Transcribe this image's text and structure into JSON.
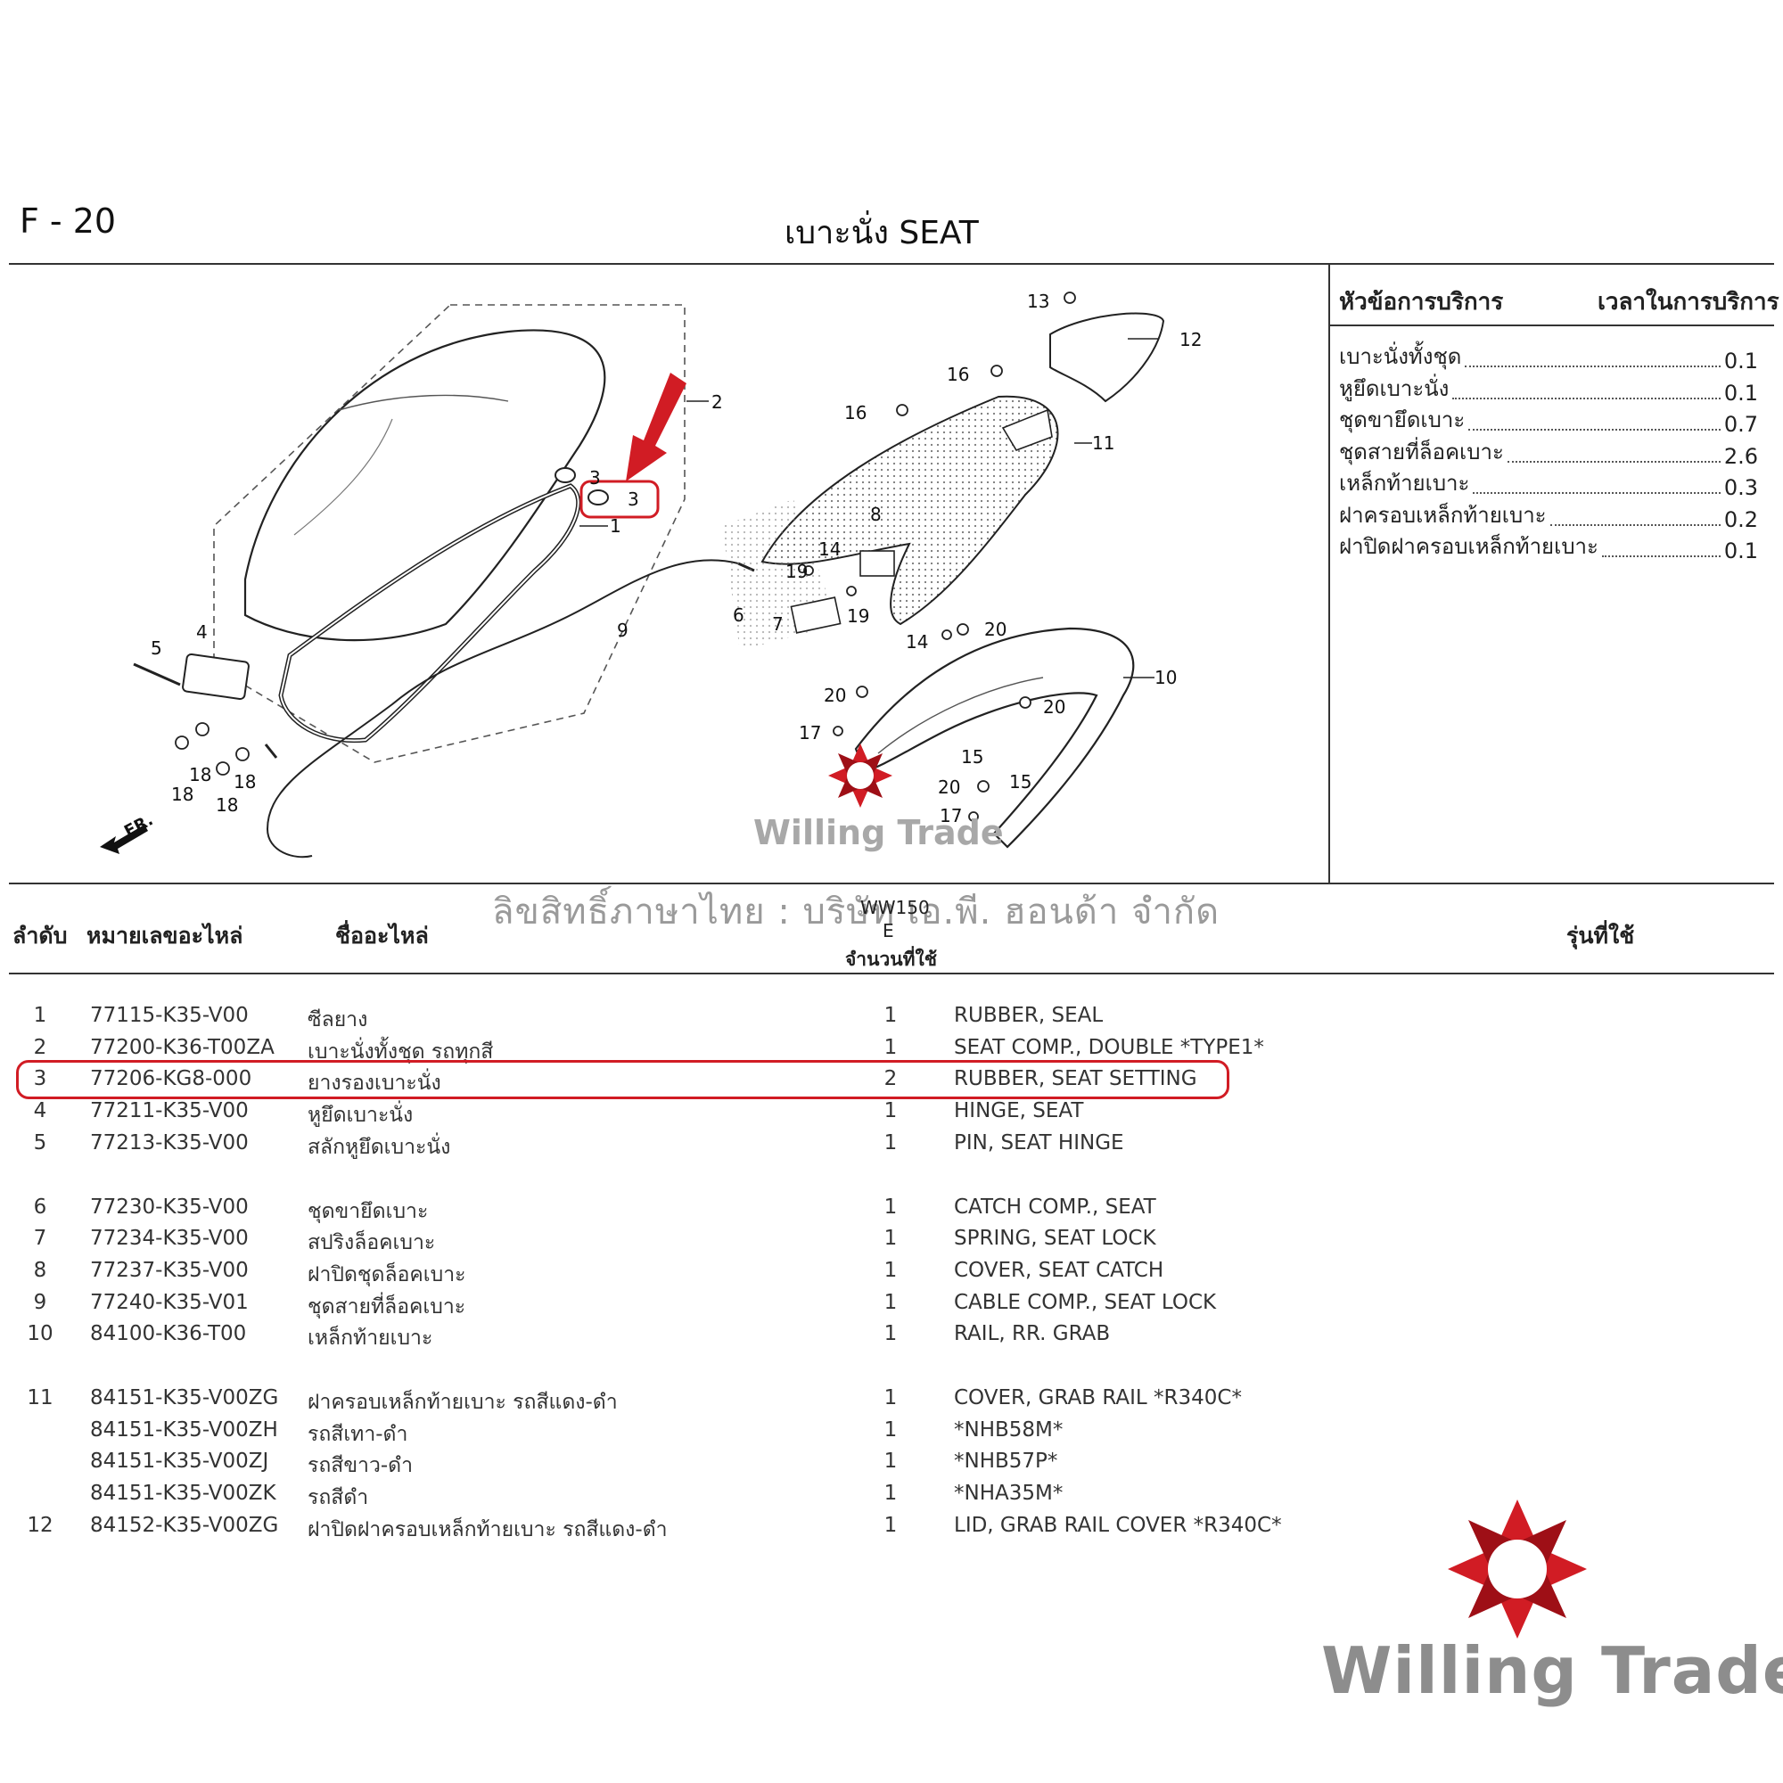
{
  "header": {
    "page_code": "F - 20",
    "title": "เบาะนั่ง  SEAT"
  },
  "service_table": {
    "head_item": "หัวข้อการบริการ",
    "head_time": "เวลาในการบริการ",
    "rows": [
      {
        "label": "เบาะนั่งทั้งชุด",
        "value": "0.1"
      },
      {
        "label": "หูยึดเบาะนั่ง",
        "value": "0.1"
      },
      {
        "label": "ชุดขายึดเบาะ",
        "value": "0.7"
      },
      {
        "label": "ชุดสายที่ล็อคเบาะ",
        "value": "2.6"
      },
      {
        "label": "เหล็กท้ายเบาะ",
        "value": "0.3"
      },
      {
        "label": "ฝาครอบเหล็กท้ายเบาะ",
        "value": "0.2"
      },
      {
        "label": "ฝาปิดฝาครอบเหล็กท้ายเบาะ",
        "value": "0.1"
      }
    ]
  },
  "diagram": {
    "callouts": [
      "1",
      "2",
      "3",
      "3",
      "4",
      "5",
      "6",
      "7",
      "8",
      "9",
      "10",
      "11",
      "12",
      "13",
      "14",
      "14",
      "15",
      "15",
      "16",
      "16",
      "17",
      "17",
      "18",
      "18",
      "18",
      "18",
      "19",
      "19",
      "20",
      "20",
      "20",
      "20"
    ],
    "front_label": "FR."
  },
  "parts_header": {
    "col_no": "ลำดับ",
    "col_part_no": "หมายเลขอะไหล่",
    "col_name": "ชื่ออะไหล่",
    "model_code": "WW150",
    "model_variant": "E",
    "col_qty": "จำนวนที่ใช้",
    "col_models": "รุ่นที่ใช้"
  },
  "copyright": "ลิขสิทธิ์ภาษาไทย : บริษัท เอ.พี. ฮอนด้า จำกัด",
  "parts": [
    {
      "no": "1",
      "part_no": "77115-K35-V00",
      "name": "ซีลยาง",
      "qty": "1",
      "desc": "RUBBER, SEAL"
    },
    {
      "no": "2",
      "part_no": "77200-K36-T00ZA",
      "name": "เบาะนั่งทั้งชุด รถทุกสี",
      "qty": "1",
      "desc": "SEAT COMP., DOUBLE *TYPE1*"
    },
    {
      "no": "3",
      "part_no": "77206-KG8-000",
      "name": "ยางรองเบาะนั่ง",
      "qty": "2",
      "desc": "RUBBER, SEAT SETTING"
    },
    {
      "no": "4",
      "part_no": "77211-K35-V00",
      "name": "หูยึดเบาะนั่ง",
      "qty": "1",
      "desc": "HINGE, SEAT"
    },
    {
      "no": "5",
      "part_no": "77213-K35-V00",
      "name": "สลักหูยึดเบาะนั่ง",
      "qty": "1",
      "desc": "PIN, SEAT HINGE"
    },
    {
      "no": "6",
      "part_no": "77230-K35-V00",
      "name": "ชุดขายึดเบาะ",
      "qty": "1",
      "desc": "CATCH COMP., SEAT"
    },
    {
      "no": "7",
      "part_no": "77234-K35-V00",
      "name": "สปริงล็อคเบาะ",
      "qty": "1",
      "desc": "SPRING, SEAT LOCK"
    },
    {
      "no": "8",
      "part_no": "77237-K35-V00",
      "name": "ฝาปิดชุดล็อคเบาะ",
      "qty": "1",
      "desc": "COVER, SEAT CATCH"
    },
    {
      "no": "9",
      "part_no": "77240-K35-V01",
      "name": "ชุดสายที่ล็อคเบาะ",
      "qty": "1",
      "desc": "CABLE COMP., SEAT LOCK"
    },
    {
      "no": "10",
      "part_no": "84100-K36-T00",
      "name": "เหล็กท้ายเบาะ",
      "qty": "1",
      "desc": "RAIL, RR. GRAB"
    },
    {
      "no": "11",
      "part_no": "84151-K35-V00ZG",
      "name": "ฝาครอบเหล็กท้ายเบาะ รถสีแดง-ดำ",
      "qty": "1",
      "desc": "COVER, GRAB RAIL *R340C*"
    },
    {
      "no": "",
      "part_no": "84151-K35-V00ZH",
      "name": "รถสีเทา-ดำ",
      "qty": "1",
      "desc": "*NHB58M*"
    },
    {
      "no": "",
      "part_no": "84151-K35-V00ZJ",
      "name": "รถสีขาว-ดำ",
      "qty": "1",
      "desc": "*NHB57P*"
    },
    {
      "no": "",
      "part_no": "84151-K35-V00ZK",
      "name": "รถสีดำ",
      "qty": "1",
      "desc": "*NHA35M*"
    },
    {
      "no": "12",
      "part_no": "84152-K35-V00ZG",
      "name": "ฝาปิดฝาครอบเหล็กท้ายเบาะ รถสีแดง-ดำ",
      "qty": "1",
      "desc": "LID, GRAB RAIL COVER *R340C*"
    }
  ],
  "watermark": {
    "brand": "Willing Trade"
  },
  "colors": {
    "highlight": "#d11c24",
    "logo_dark": "#9e0f16",
    "watermark": "#8d8d8d"
  }
}
